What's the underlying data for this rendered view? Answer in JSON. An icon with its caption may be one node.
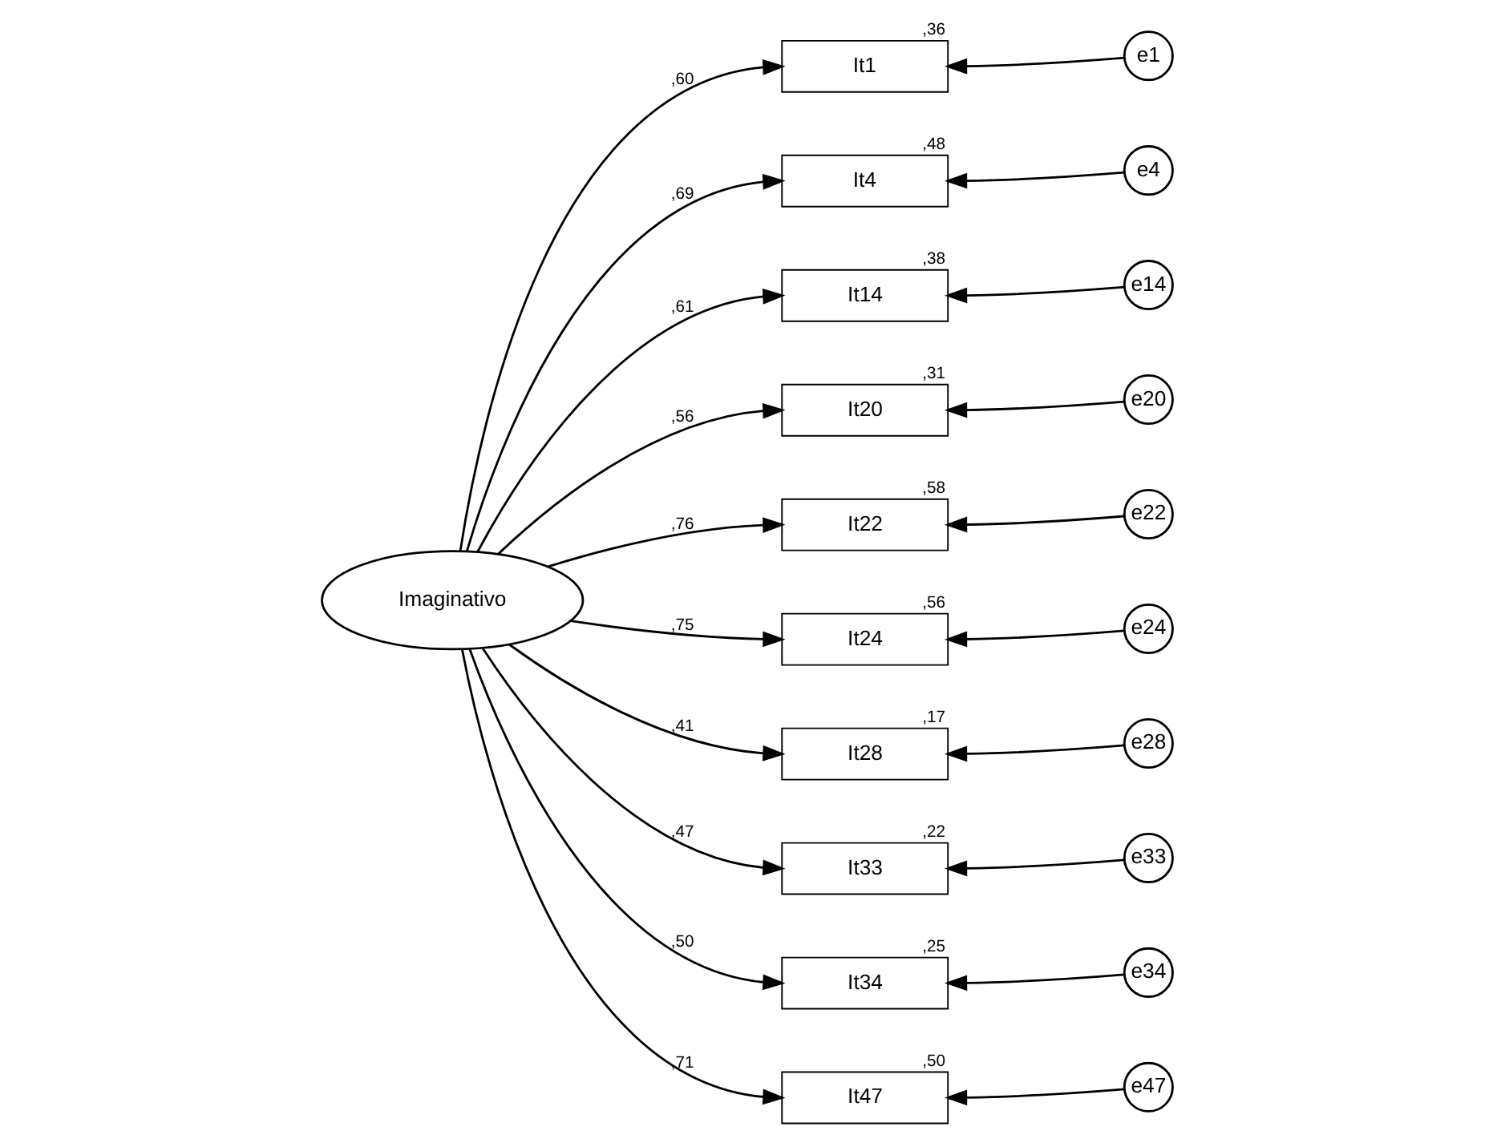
{
  "diagram": {
    "nodes": [
      {
        "text": [
          "Imaginativo"
        ]
      },
      {
        "text": [
          "It1"
        ],
        "beside": [
          ",36"
        ]
      },
      {
        "text": [
          "It4"
        ],
        "beside": [
          ",48"
        ]
      },
      {
        "text": [
          "It14"
        ],
        "beside": [
          ",38"
        ]
      },
      {
        "text": [
          "It20"
        ],
        "beside": [
          ",31"
        ]
      },
      {
        "text": [
          "It22"
        ],
        "beside": [
          ",58"
        ]
      },
      {
        "text": [
          "It24"
        ],
        "beside": [
          ",56"
        ]
      },
      {
        "text": [
          "It28"
        ],
        "beside": [
          ",17"
        ]
      },
      {
        "text": [
          "It33"
        ],
        "beside": [
          ",22"
        ]
      },
      {
        "text": [
          "It34"
        ],
        "beside": [
          ",25"
        ]
      },
      {
        "text": [
          "It47"
        ],
        "beside": [
          ",50"
        ]
      },
      {
        "text": [
          "e1"
        ]
      },
      {
        "text": [
          "e4"
        ]
      },
      {
        "text": [
          "e14"
        ]
      },
      {
        "text": [
          "e20"
        ]
      },
      {
        "text": [
          "e22"
        ]
      },
      {
        "text": [
          "e24"
        ]
      },
      {
        "text": [
          "e28"
        ]
      },
      {
        "text": [
          "e33"
        ]
      },
      {
        "text": [
          "e34"
        ]
      },
      {
        "text": [
          "e47"
        ]
      }
    ],
    "edges": [
      {
        "from": 0,
        "to": 1,
        "arrow": "to",
        "label": ",60"
      },
      {
        "from": 0,
        "to": 2,
        "arrow": "to",
        "label": ",69"
      },
      {
        "from": 0,
        "to": 3,
        "arrow": "to",
        "label": ",61"
      },
      {
        "from": 0,
        "to": 4,
        "arrow": "to",
        "label": ",56"
      },
      {
        "from": 0,
        "to": 5,
        "arrow": "to",
        "label": ",76"
      },
      {
        "from": 0,
        "to": 6,
        "arrow": "to",
        "label": ",75"
      },
      {
        "from": 0,
        "to": 7,
        "arrow": "to",
        "label": ",41"
      },
      {
        "from": 0,
        "to": 8,
        "arrow": "to",
        "label": ",47"
      },
      {
        "from": 0,
        "to": 9,
        "arrow": "to",
        "label": ",50"
      },
      {
        "from": 0,
        "to": 10,
        "arrow": "to",
        "label": ",71"
      },
      {
        "from": 11,
        "to": 1,
        "arrow": "to"
      },
      {
        "from": 12,
        "to": 2,
        "arrow": "to"
      },
      {
        "from": 13,
        "to": 3,
        "arrow": "to"
      },
      {
        "from": 14,
        "to": 4,
        "arrow": "to"
      },
      {
        "from": 15,
        "to": 5,
        "arrow": "to"
      },
      {
        "from": 16,
        "to": 6,
        "arrow": "to"
      },
      {
        "from": 17,
        "to": 7,
        "arrow": "to"
      },
      {
        "from": 18,
        "to": 8,
        "arrow": "to"
      },
      {
        "from": 19,
        "to": 9,
        "arrow": "to"
      },
      {
        "from": 20,
        "to": 10,
        "arrow": "to"
      }
    ]
  }
}
